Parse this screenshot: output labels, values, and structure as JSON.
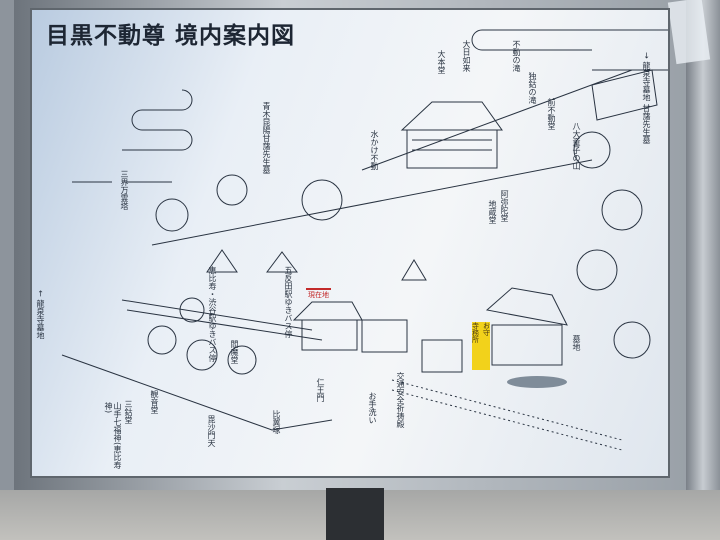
{
  "title": "目黒不動尊 境内案内図",
  "current_location": "現在地",
  "office": {
    "line1": "寺務所",
    "line2": "お守"
  },
  "labels": {
    "daihondo": "大本堂",
    "dainichi": "大日如来",
    "fudo_falls": "不動の滝",
    "tokko_falls": "独鈷の滝",
    "mae_fudo": "前不動堂",
    "amida": "阿弥陀堂",
    "jizo": "地蔵堂",
    "hachidai": "八大童子の山",
    "sankai": "三界万霊塔",
    "niomon": "仁王門",
    "kotsu": "交通安全祈祷殿",
    "toilet": "お手洗い",
    "bus_ebisu": "恵比寿・渋谷駅ゆきバス停",
    "bus_gotanda": "五反田駅ゆきバス停",
    "enma": "閻魔堂",
    "hiyoku": "比翼塚",
    "sanko": "三鈷堂",
    "shichifuku": "山手七福神(恵比寿神)",
    "bochi": "墓地",
    "seiryu": "青木昆陽甘藷先生墓",
    "kangen": "観音堂",
    "mizukake": "水かけ不動",
    "bishamon": "毘沙門天",
    "exit_left": "← 龍泉寺墓地",
    "exit_right": "→ 龍泉寺墓地 甘藷先生墓"
  },
  "colors": {
    "here": "#c32a2a",
    "office": "#f2d21b",
    "ink": "#2a3442"
  }
}
